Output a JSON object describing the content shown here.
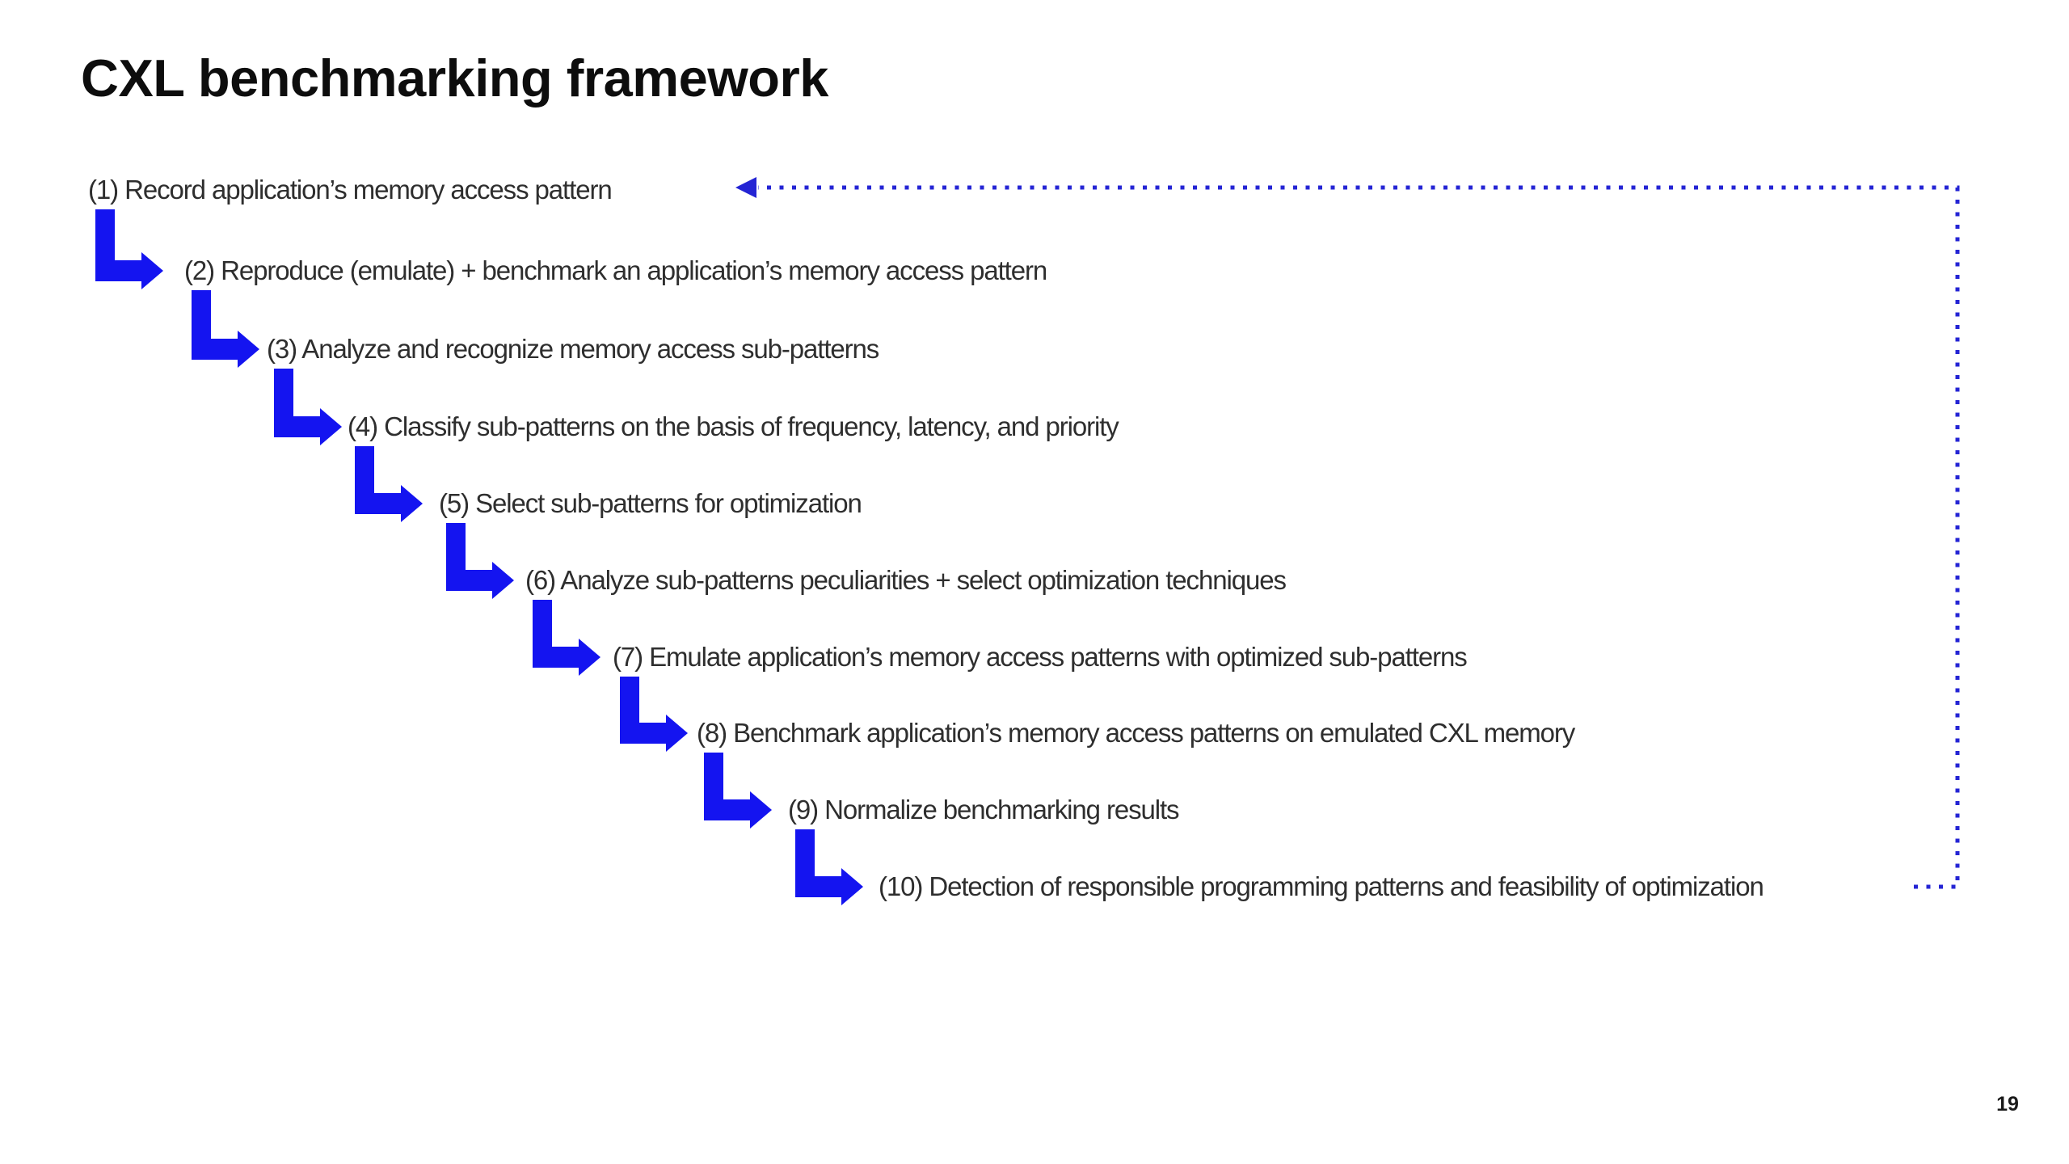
{
  "title": "CXL benchmarking framework",
  "page_number": "19",
  "steps": [
    {
      "label": "(1) Record application’s memory access pattern"
    },
    {
      "label": "(2) Reproduce (emulate) + benchmark an application’s memory access pattern"
    },
    {
      "label": "(3) Analyze and recognize memory access sub-patterns"
    },
    {
      "label": "(4) Classify sub-patterns on the basis of frequency, latency, and priority"
    },
    {
      "label": "(5) Select sub-patterns for optimization"
    },
    {
      "label": "(6) Analyze sub-patterns peculiarities + select optimization techniques"
    },
    {
      "label": "(7) Emulate application’s memory access patterns with optimized sub-patterns"
    },
    {
      "label": "(8) Benchmark application’s memory access patterns on emulated CXL memory"
    },
    {
      "label": "(9) Normalize benchmarking results"
    },
    {
      "label": "(10) Detection of responsible programming patterns and feasibility of optimization"
    }
  ],
  "colors": {
    "arrow": "#1414f0",
    "dotted_line": "#2424d4",
    "step_text": "#2e2e2e",
    "title_text": "#0d0d0d"
  }
}
